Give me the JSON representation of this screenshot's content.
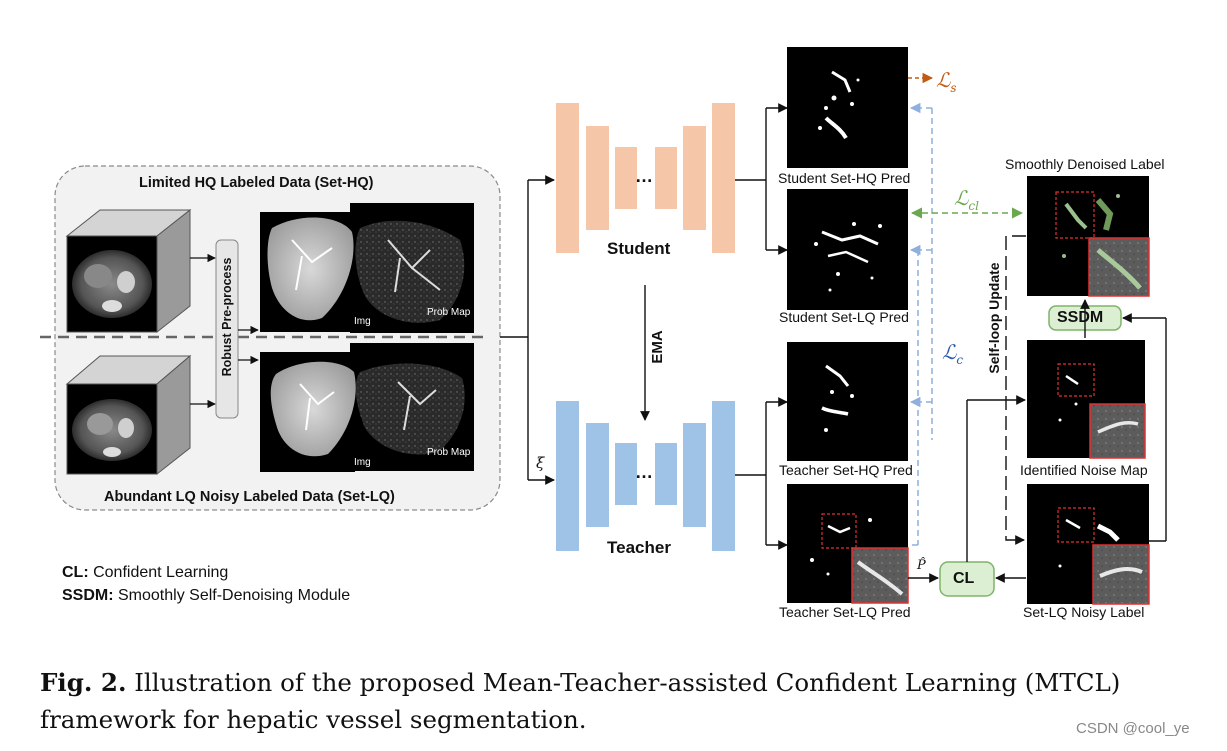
{
  "panel": {
    "hq_title": "Limited HQ Labeled Data (Set-HQ)",
    "lq_title": "Abundant LQ Noisy Labeled Data (Set-LQ)",
    "preprocess": "Robust Pre-process",
    "img_label": "Img",
    "prob_label": "Prob Map"
  },
  "networks": {
    "student": "Student",
    "teacher": "Teacher",
    "ema": "EMA",
    "ellipsis": "…",
    "xi": "ξ"
  },
  "preds": {
    "student_hq": "Student Set-HQ Pred",
    "student_lq": "Student Set-LQ Pred",
    "teacher_hq": "Teacher Set-HQ Pred",
    "teacher_lq": "Teacher Set-LQ Pred"
  },
  "right": {
    "denoised": "Smoothly Denoised Label",
    "noise_map": "Identified Noise Map",
    "noisy_label": "Set-LQ Noisy Label",
    "ssdm": "SSDM",
    "cl": "CL",
    "selfloop": "Self-loop Update",
    "p_hat": "P̂"
  },
  "losses": {
    "ls_main": "ℒ",
    "ls_sub": "s",
    "lcl_main": "ℒ",
    "lcl_sub": "cl",
    "lc_main": "ℒ",
    "lc_sub": "c"
  },
  "legend": {
    "cl_key": "CL:",
    "cl_val": " Confident Learning",
    "ssdm_key": "SSDM:",
    "ssdm_val": " Smoothly Self-Denoising Module"
  },
  "caption": {
    "fig": "Fig. 2.",
    "text": " Illustration of the proposed Mean-Teacher-assisted Confident Learning (MTCL) framework for hepatic vessel segmentation."
  },
  "watermark": "CSDN @cool_ye",
  "colors": {
    "student": "#f6c6a9",
    "teacher": "#9ec3e6",
    "ls_color": "#c05a14",
    "lcl_color": "#6aa84f",
    "lc_color": "#2f5aa8",
    "dashed_blue": "#8fb0dc",
    "module_fill": "#dcefd3",
    "module_border": "#7fb36a",
    "red_box": "#e03030"
  }
}
